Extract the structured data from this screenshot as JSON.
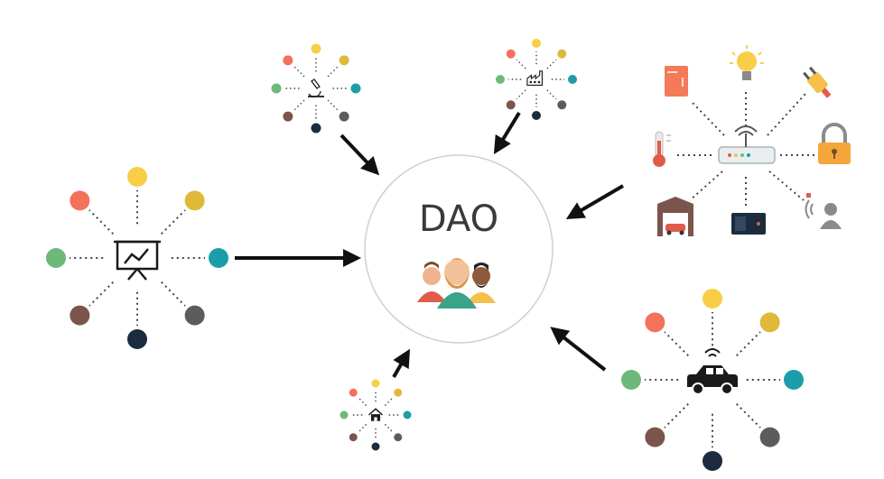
{
  "center": {
    "title": "DAO"
  },
  "colors": {
    "coral": "#f4715a",
    "yellow": "#f7ce46",
    "mustard": "#e0b83a",
    "teal": "#1b9eaa",
    "gray": "#5c5c5c",
    "navy": "#1d2b3e",
    "brown": "#7a554c",
    "green": "#6cb97a",
    "arrow": "#111111",
    "circle_stroke": "#cfcfcf"
  },
  "clusters": [
    {
      "id": "analytics",
      "icon": "presentation-chart-icon"
    },
    {
      "id": "lab",
      "icon": "microscope-icon"
    },
    {
      "id": "factory",
      "icon": "factory-icon"
    },
    {
      "id": "home",
      "icon": "house-icon"
    },
    {
      "id": "vehicle",
      "icon": "car-icon"
    }
  ],
  "smart_home": {
    "hub_icon": "router-icon",
    "devices": [
      "fridge-icon",
      "light-bulb-icon",
      "plug-icon",
      "thermometer-icon",
      "padlock-icon",
      "garage-icon",
      "tv-box-icon",
      "voice-assistant-icon"
    ]
  },
  "members_icon": "people-group-icon"
}
